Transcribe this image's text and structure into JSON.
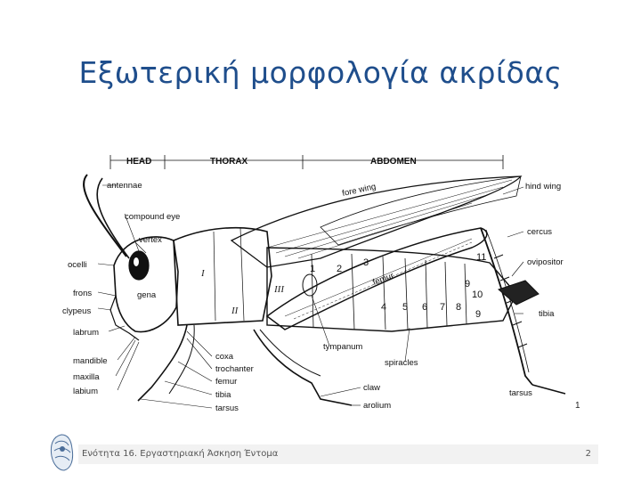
{
  "slide": {
    "title": "Εξωτερική μορφολογία ακρίδας",
    "figure_ref": "1",
    "footer_text": "Ενότητα 16. Εργαστηριακή Άσκηση Έντομα",
    "page_number": "2"
  },
  "diagram": {
    "regions": {
      "head": "HEAD",
      "thorax": "THORAX",
      "abdomen": "ABDOMEN"
    },
    "left_labels": [
      "antennae",
      "compound eye",
      "vertex",
      "ocelli",
      "frons",
      "clypeus",
      "labrum",
      "mandible",
      "maxilla",
      "labium"
    ],
    "bottom_labels": [
      "coxa",
      "trochanter",
      "femur",
      "tibia",
      "tarsus"
    ],
    "right_labels": [
      "hind wing",
      "cercus",
      "ovipositor",
      "tibia",
      "tarsus",
      "claw",
      "arolium"
    ],
    "inner_labels": [
      "fore wing",
      "femur",
      "gena",
      "tympanum",
      "spiracles"
    ],
    "thorax_segments": [
      "I",
      "II",
      "III"
    ],
    "abdomen_segments": [
      "1",
      "2",
      "3",
      "4",
      "5",
      "6",
      "7",
      "8",
      "9",
      "10",
      "11",
      "9"
    ]
  }
}
